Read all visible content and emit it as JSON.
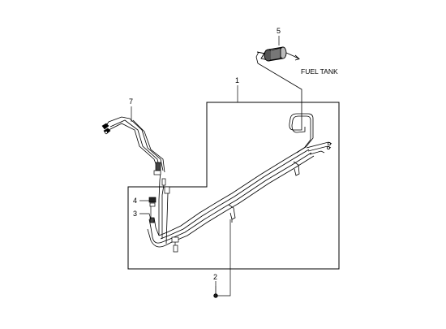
{
  "diagram": {
    "labels": {
      "fuel_tank": "FUEL TANK"
    },
    "callouts": [
      {
        "id": "callout-1",
        "num": "1"
      },
      {
        "id": "callout-2",
        "num": "2"
      },
      {
        "id": "callout-3",
        "num": "3"
      },
      {
        "id": "callout-4",
        "num": "4"
      },
      {
        "id": "callout-5",
        "num": "5"
      },
      {
        "id": "callout-7",
        "num": "7"
      }
    ],
    "colors": {
      "line": "#000000",
      "background": "#ffffff"
    }
  }
}
